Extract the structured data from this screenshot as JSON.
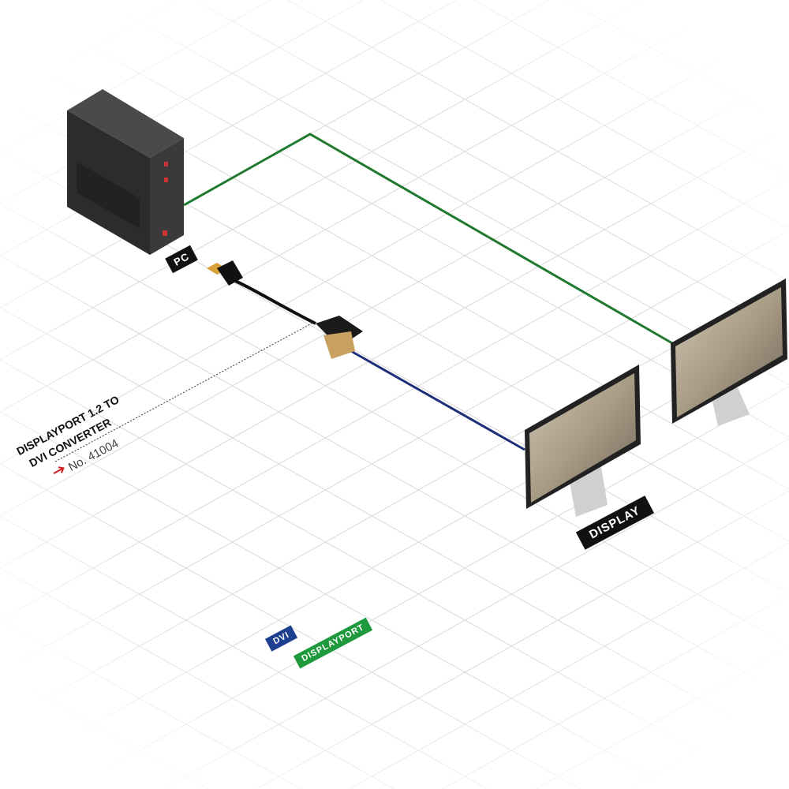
{
  "devices": {
    "pc_label": "PC",
    "display_label": "DISPLAY"
  },
  "product": {
    "title_line1": "DISPLAYPORT 1.2 TO",
    "title_line2": "DVI CONVERTER",
    "number": "No. 41004"
  },
  "legend": [
    {
      "label": "DVI",
      "color": "#1d3f8f"
    },
    {
      "label": "DISPLAYPORT",
      "color": "#1e9a3c"
    }
  ],
  "colors": {
    "displayport_cable": "#1f7a2e",
    "dvi_cable": "#1d2f7a",
    "arrow": "#cc1f1f"
  }
}
